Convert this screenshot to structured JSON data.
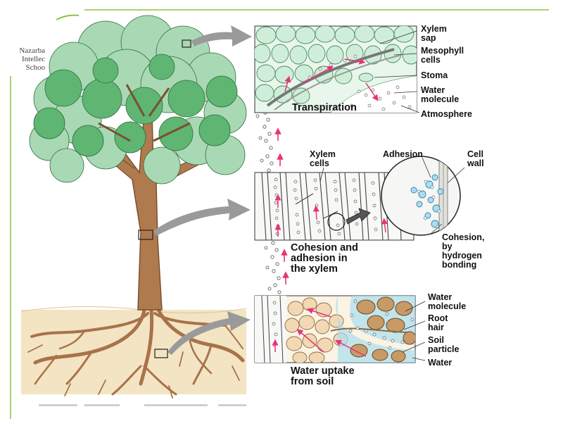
{
  "logo": {
    "line1": "Nazarba",
    "line2": "Intellec",
    "line3": "Schoo"
  },
  "panels": {
    "top": {
      "caption": "Transpiration",
      "labels": {
        "xylem_sap": "Xylem\nsap",
        "mesophyll": "Mesophyll\ncells",
        "stoma": "Stoma",
        "water_molecule": "Water\nmolecule",
        "atmosphere": "Atmosphere"
      }
    },
    "middle": {
      "caption": "Cohesion and\nadhesion in\nthe xylem",
      "labels": {
        "xylem_cells": "Xylem\ncells",
        "adhesion": "Adhesion",
        "cell_wall": "Cell\nwall",
        "cohesion": "Cohesion,\nby\nhydrogen\nbonding"
      }
    },
    "bottom": {
      "caption": "Water uptake\nfrom soil",
      "labels": {
        "water_molecule": "Water\nmolecule",
        "root_hair": "Root\nhair",
        "soil_particle": "Soil\nparticle",
        "water": "Water"
      }
    }
  },
  "colors": {
    "frame_green": "#8cc63f",
    "canopy_light": "#a9d9b4",
    "canopy_dark": "#5fb673",
    "trunk": "#b07a4f",
    "soil": "#f3e4c3",
    "arrow_pink": "#e8337a",
    "arrow_gray": "#9a9a9a",
    "cell_green": "#d6f0de",
    "soil_particle": "#c89a66",
    "water_blue": "#a9def0"
  }
}
